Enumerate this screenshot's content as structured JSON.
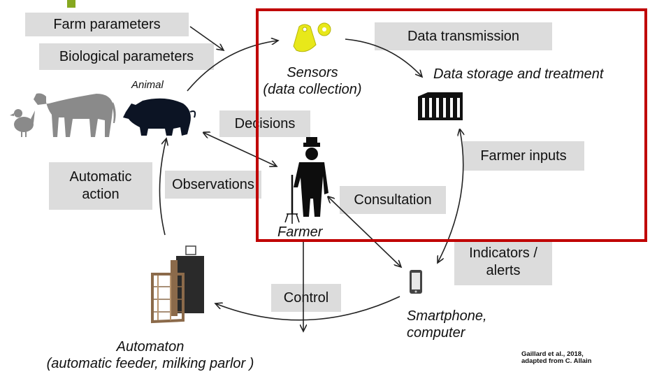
{
  "boxes": {
    "farm_parameters": "Farm parameters",
    "biological_parameters": "Biological parameters",
    "data_transmission": "Data transmission",
    "decisions": "Decisions",
    "farmer_inputs": "Farmer inputs",
    "automatic_action_line1": "Automatic",
    "automatic_action_line2": "action",
    "observations": "Observations",
    "consultation": "Consultation",
    "indicators_line1": "Indicators /",
    "indicators_line2": "alerts",
    "control": "Control"
  },
  "labels": {
    "animal": "Animal",
    "sensors_line1": "Sensors",
    "sensors_line2": "(data collection)",
    "data_storage": "Data storage and treatment",
    "farmer": "Farmer",
    "smartphone_line1": "Smartphone,",
    "smartphone_line2": "computer",
    "automaton_line1": "Automaton",
    "automaton_line2": "(automatic feeder, milking parlor )"
  },
  "credit": {
    "line1": "Gaillard et al., 2018,",
    "line2": "adapted from C. Allain"
  },
  "colors": {
    "box_fill": "#dcdcdc",
    "highlight_frame": "#c00000",
    "sensor_tag": "#e8e81a",
    "accent_green": "#86a820"
  },
  "icons": {
    "animals": [
      "chicken-icon",
      "cow-icon",
      "pig-icon"
    ],
    "sensor": "ear-tag-icon",
    "storage": "server-rack-icon",
    "farmer": "farmer-icon",
    "device": "smartphone-icon",
    "automaton": "feeder-icon"
  }
}
